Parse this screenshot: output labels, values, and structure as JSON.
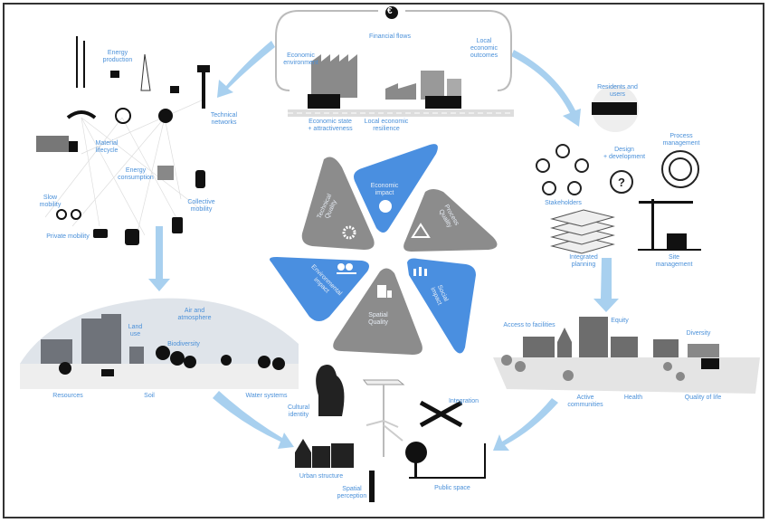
{
  "colors": {
    "accent_blue": "#4a8fe0",
    "arrow_blue": "#a8d0ef",
    "petal_gray": "#8c8c8c",
    "label_blue": "#4a90d9"
  },
  "petals": {
    "economic": "Economic\nimpact",
    "process": "Process\nQuality",
    "social": "Social\nimpact",
    "spatial": "Spatial\nQuality",
    "environmental": "Environmental\nimpact",
    "technical": "Technical\nQuality"
  },
  "economic": {
    "currency_symbol": "€",
    "financial_flows": "Financial flows",
    "economic_environment": "Economic\nenvironment",
    "local_outcomes": "Local\neconomic\noutcomes",
    "economic_state": "Economic state\n+ attractiveness",
    "local_resilience": "Local economic\nresilience"
  },
  "technical": {
    "energy_production": "Energy\nproduction",
    "technical_networks": "Technical\nnetworks",
    "material_lifecycle": "Material\nlifecycle",
    "energy_consumption": "Energy\nconsumption",
    "slow_mobility": "Slow\nmobility",
    "collective_mobility": "Collective\nmobility",
    "private_mobility": "Private mobility"
  },
  "process": {
    "residents": "Residents and\nusers",
    "design": "Design\n+ development",
    "process_management": "Process\nmanagement",
    "stakeholders": "Stakeholders",
    "integrated_planning": "Integrated\nplanning",
    "site_management": "Site\nmanagement"
  },
  "environmental": {
    "air": "Air and\natmosphere",
    "land_use": "Land\nuse",
    "biodiversity": "Biodiversity",
    "resources": "Resources",
    "soil": "Soil",
    "water": "Water systems"
  },
  "social": {
    "access": "Access to facilities",
    "equity": "Equity",
    "diversity": "Diversity",
    "active": "Active\ncommunities",
    "health": "Health",
    "quality": "Quality of life"
  },
  "spatial": {
    "cultural": "Cultural\nidentity",
    "integration": "Integration",
    "urban": "Urban structure",
    "perception": "Spatial\nperception",
    "public": "Public space"
  }
}
